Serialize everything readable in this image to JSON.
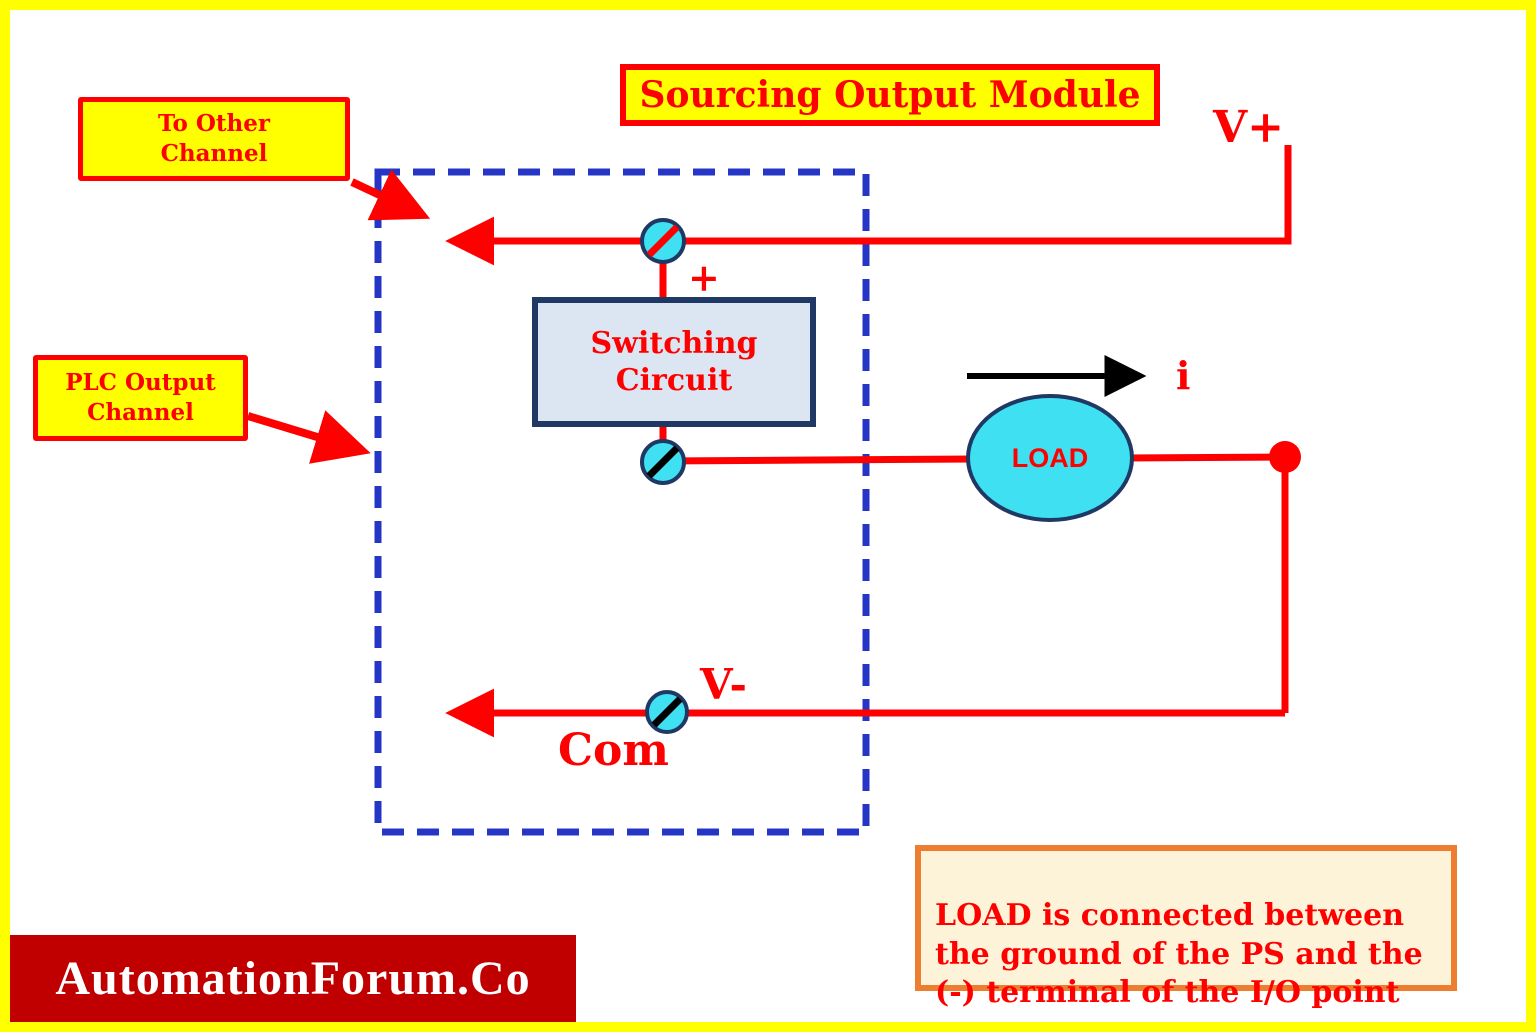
{
  "title_box": {
    "text": "Sourcing Output Module"
  },
  "callouts": {
    "to_other_channel": "To Other\nChannel",
    "plc_output_channel": "PLC Output\nChannel"
  },
  "diagram": {
    "switching_circuit": "Switching\nCircuit",
    "load_label": "LOAD",
    "v_plus": "V+",
    "plus_sign": "+",
    "current_label": "i",
    "v_minus": "V-",
    "com_label": "Com"
  },
  "note_box": {
    "text": "LOAD is connected between\nthe ground of the PS and the\n(-) terminal of the I/O point"
  },
  "footer": {
    "brand": "AutomationForum.Co"
  },
  "colors": {
    "page_border": "#ffff00",
    "wire_red": "#ff0000",
    "callout_bg": "#ffff00",
    "callout_border": "#ff0000",
    "dashed_channel_border": "#2535c5",
    "terminal_fill": "#3ee0f2",
    "terminal_border": "#1f3864",
    "circuit_fill": "#dce6f2",
    "circuit_border": "#1f3864",
    "load_fill": "#3ee0f2",
    "note_bg": "#fdf3d8",
    "note_border": "#ed7d31",
    "brand_bg": "#c00000",
    "current_arrow": "#000000"
  }
}
